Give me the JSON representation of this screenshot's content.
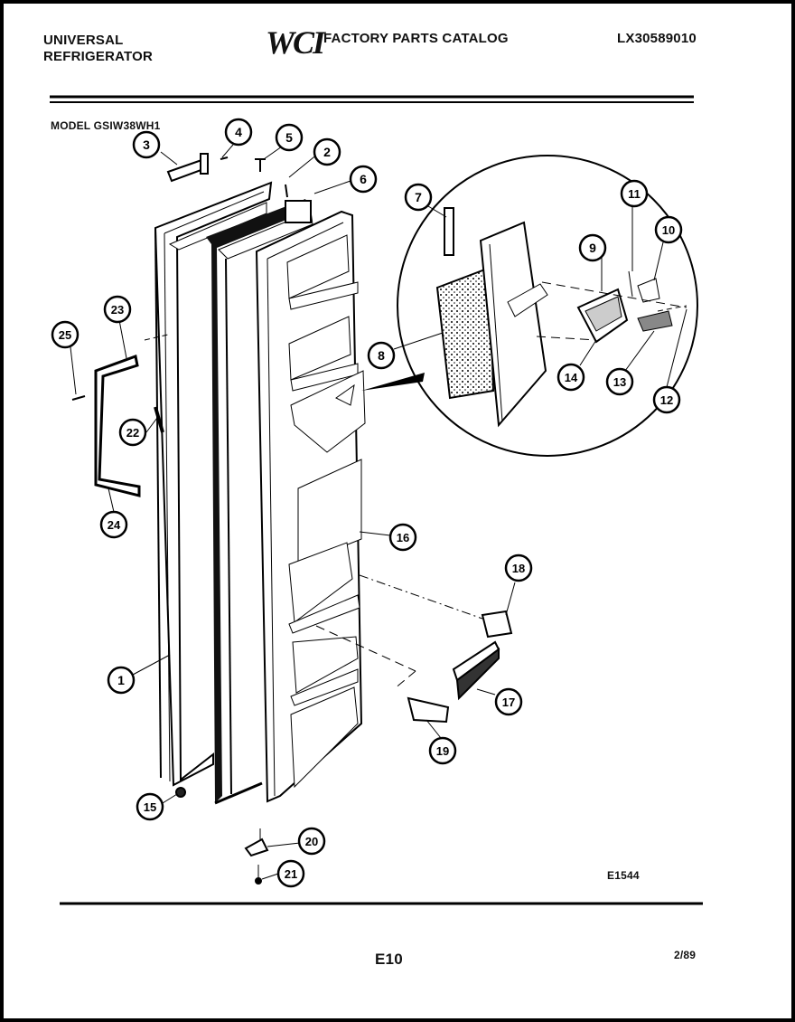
{
  "header": {
    "brand_line1": "UNIVERSAL",
    "brand_line2": "REFRIGERATOR",
    "logo": "WCI",
    "catalog_title": "FACTORY PARTS CATALOG",
    "catalog_code": "LX30589010"
  },
  "model_label": "MODEL GSIW38WH1",
  "diagram_code": "E1544",
  "page_number": "E10",
  "date_code": "2/89",
  "callouts": [
    "1",
    "2",
    "3",
    "4",
    "5",
    "6",
    "7",
    "8",
    "9",
    "10",
    "11",
    "12",
    "13",
    "14",
    "15",
    "16",
    "17",
    "18",
    "19",
    "20",
    "21",
    "22",
    "23",
    "24",
    "25"
  ]
}
